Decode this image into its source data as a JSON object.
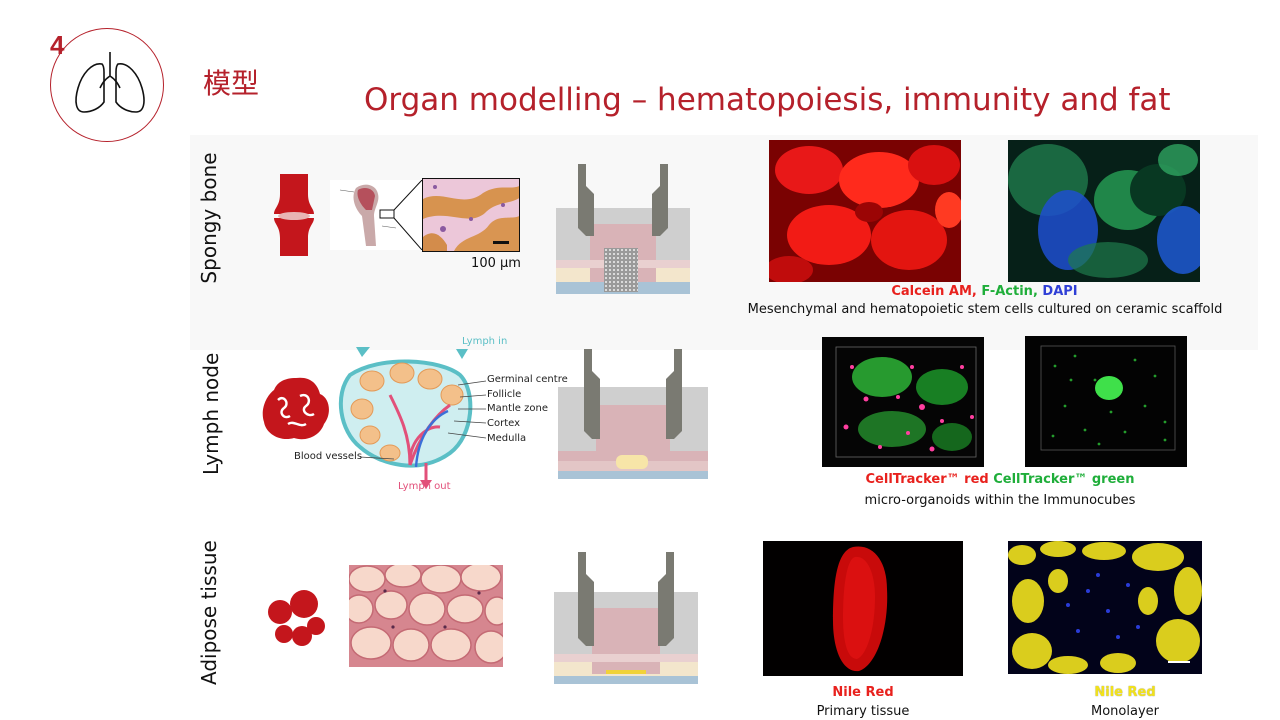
{
  "slide": {
    "number": "4",
    "subtitle": "模型",
    "title": "Organ modelling – hematopoiesis, immunity and fat"
  },
  "rows": [
    {
      "label": "Spongy bone",
      "scale_bar": "100 µm",
      "stains": [
        {
          "text": "Calcein AM",
          "color": "#e8211d"
        },
        {
          "text": ", ",
          "color": "#e8211d"
        },
        {
          "text": "F-Actin",
          "color": "#1fae3a"
        },
        {
          "text": ", ",
          "color": "#1fae3a"
        },
        {
          "text": "DAPI",
          "color": "#2f3fd6"
        }
      ],
      "caption": "Mesenchymal and hematopoietic  stem cells cultured on ceramic scaffold"
    },
    {
      "label": "Lymph node",
      "diagram_labels": {
        "lymph_in": "Lymph in",
        "germinal": "Germinal centre",
        "follicle": "Follicle",
        "mantle": "Mantle zone",
        "cortex": "Cortex",
        "medulla": "Medulla",
        "blood": "Blood vessels",
        "lymph_out": "Lymph out"
      },
      "stains": [
        {
          "text": "CellTracker™ red",
          "color": "#e8211d"
        },
        {
          "text": " CellTracker™ green",
          "color": "#1fae3a"
        }
      ],
      "caption": "micro-organoids within the Immunocubes"
    },
    {
      "label": "Adipose tissue",
      "images": [
        {
          "stain": "Nile Red",
          "stain_color": "#e8211d",
          "caption": "Primary tissue"
        },
        {
          "stain": "Nile Red",
          "stain_color": "#f2e21a",
          "caption": "Monolayer"
        }
      ]
    }
  ],
  "colors": {
    "accent": "#b5212b"
  }
}
